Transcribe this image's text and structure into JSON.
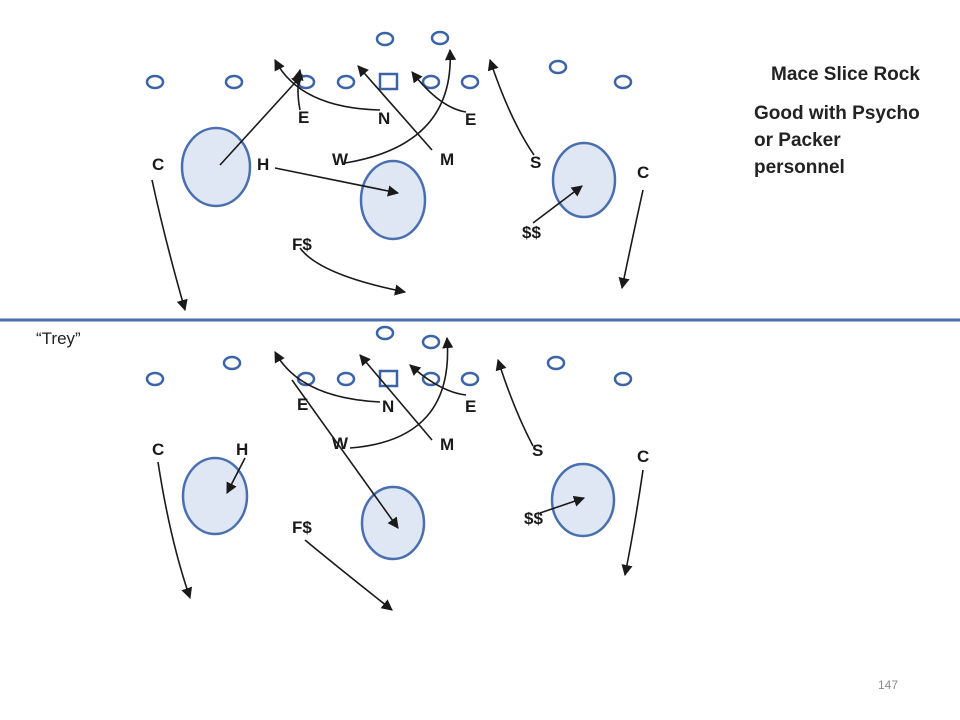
{
  "play": {
    "title": "Mace Slice Rock",
    "note_lines": [
      "Good with Psycho",
      "or Packer",
      "personnel"
    ],
    "bottom_label": "“Trey”",
    "page_number": "147"
  },
  "colors": {
    "zone_fill": "#dfe7f4",
    "zone_stroke": "#4a6fae",
    "divider": "#4a6fae",
    "offense_stroke": "#3b64a8",
    "route_stroke": "#1a1a1a"
  },
  "labels": {
    "top": {
      "E_left": "E",
      "N": "N",
      "E_right": "E",
      "C_left": "C",
      "H": "H",
      "W": "W",
      "M": "M",
      "S": "S",
      "C_right": "C",
      "SS": "$$",
      "FS": "F$"
    },
    "bottom": {
      "E_left": "E",
      "N": "N",
      "E_right": "E",
      "C_left": "C",
      "H": "H",
      "W": "W",
      "M": "M",
      "S": "S",
      "C_right": "C",
      "SS": "$$",
      "FS": "F$"
    }
  }
}
